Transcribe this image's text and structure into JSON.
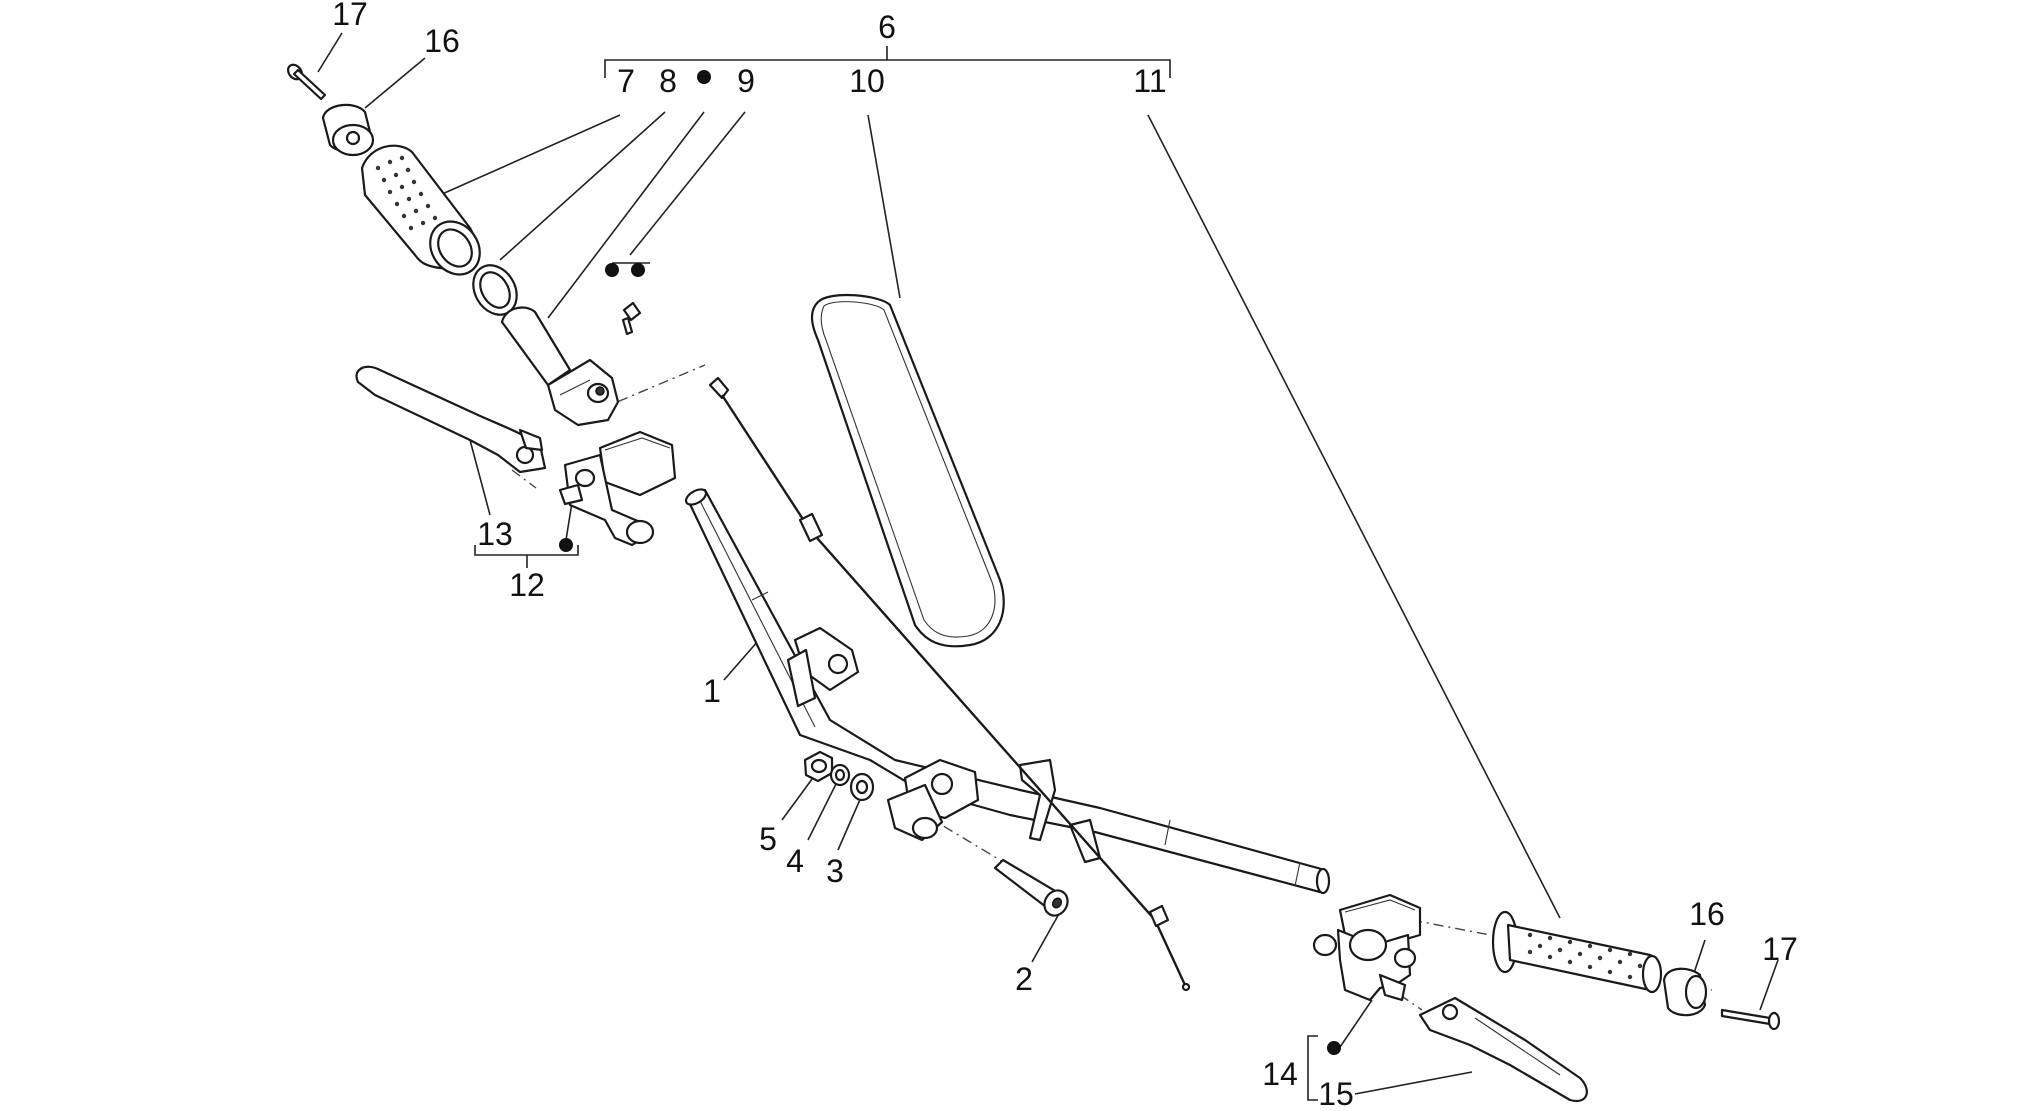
{
  "callouts": {
    "c1": "1",
    "c2": "2",
    "c3": "3",
    "c4": "4",
    "c5": "5",
    "c6": "6",
    "c7": "7",
    "c8": "8",
    "c9": "9",
    "c10": "10",
    "c11": "11",
    "c12": "12",
    "c13": "13",
    "c14": "14",
    "c15": "15",
    "c16a": "16",
    "c16b": "16",
    "c17a": "17",
    "c17b": "17"
  },
  "icons": {
    "bullet": "filled-circle-marker"
  },
  "colors": {
    "line": "#1a1a1a",
    "background": "#ffffff"
  }
}
